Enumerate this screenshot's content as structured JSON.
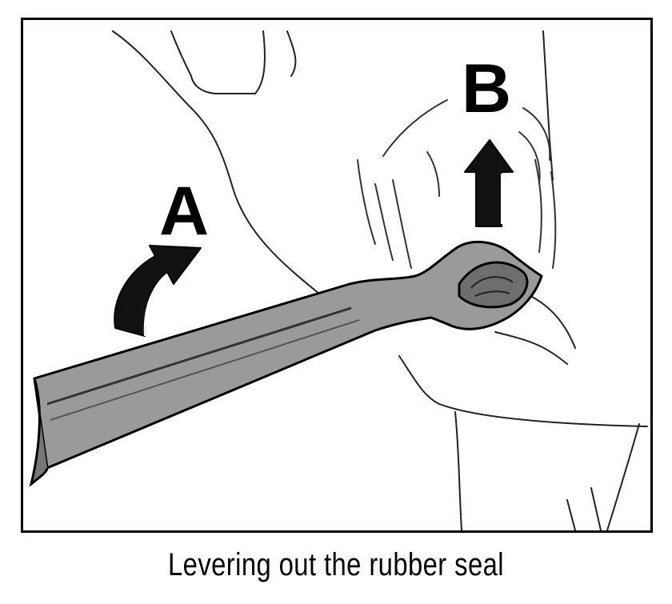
{
  "figure": {
    "label_a": "A",
    "label_b": "B",
    "caption": "Levering out the rubber seal"
  }
}
